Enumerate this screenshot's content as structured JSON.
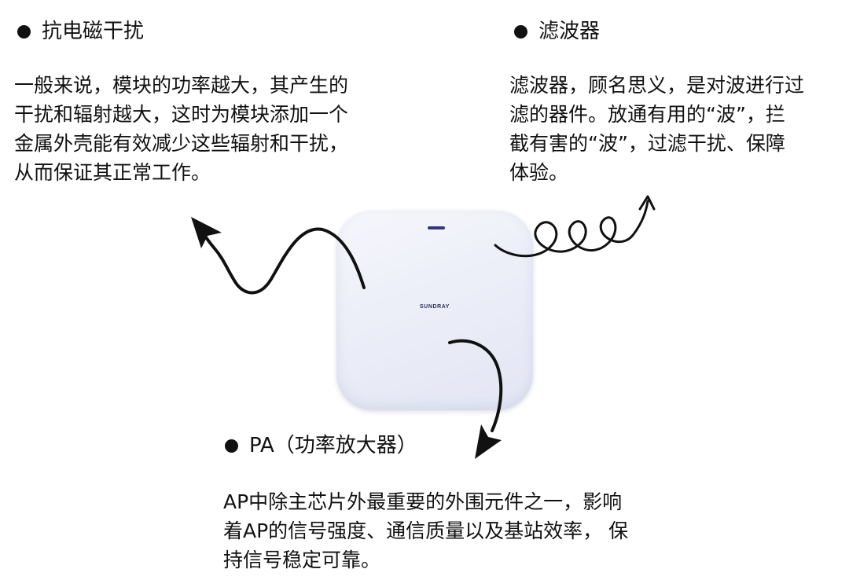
{
  "emi": {
    "title": "抗电磁干扰",
    "lines": [
      "一般来说，模块的功率越大，其产生的",
      "干扰和辐射越大，这时为模块添加一个",
      "金属外壳能有效减少这些辐射和干扰，",
      "从而保证其正常工作。"
    ]
  },
  "filter": {
    "title": "滤波器",
    "lines": [
      "滤波器，顾名思义，是对波进行过",
      "滤的器件。放通有用的“波”，拦",
      "截有害的“波”，过滤干扰、保障",
      "体验。"
    ]
  },
  "pa": {
    "title": "PA（功率放大器）",
    "lines": [
      "AP中除主芯片外最重要的外围元件之一，影响",
      "着AP的信号强度、通信质量以及基站效率， 保",
      "持信号稳定可靠。"
    ]
  },
  "device": {
    "brand": "SUNDRAY"
  },
  "colors": {
    "text": "#111111",
    "device_body": "#eceef8",
    "device_led": "#33377a"
  }
}
